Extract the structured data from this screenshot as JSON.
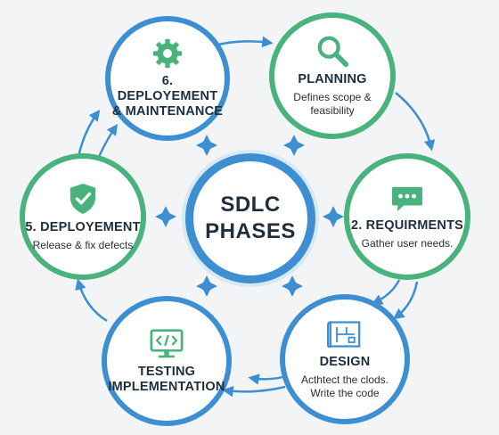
{
  "center": {
    "line1": "SDLC",
    "line2": "PHASES"
  },
  "nodes": {
    "deployment_maintenance": {
      "title_line1": "6. DEPLOYEMENT",
      "title_line2": "& MAINTENANCE",
      "icon": "gear-icon"
    },
    "planning": {
      "title": "PLANNING",
      "desc_line1": "Defines scope &",
      "desc_line2": "feasibility",
      "icon": "magnifier-icon"
    },
    "requirements": {
      "title": "2. REQUIRMENTS",
      "desc": "Gather user needs.",
      "icon": "chat-bubble-icon"
    },
    "design": {
      "title": "DESIGN",
      "desc_line1": "Acthtect the clods.",
      "desc_line2": "Write the code",
      "icon": "blueprint-icon"
    },
    "testing": {
      "title_line1": "TESTING",
      "title_line2": "IMPLEMENTATION",
      "icon": "code-monitor-icon"
    },
    "deployment": {
      "title": "5. DEPLOYEMENT",
      "desc": "Release & fix defects",
      "icon": "shield-check-icon"
    }
  },
  "colors": {
    "blue": "#3d8fd1",
    "green": "#49b27d",
    "text": "#1f2e3d",
    "background": "#f3f4f5"
  }
}
